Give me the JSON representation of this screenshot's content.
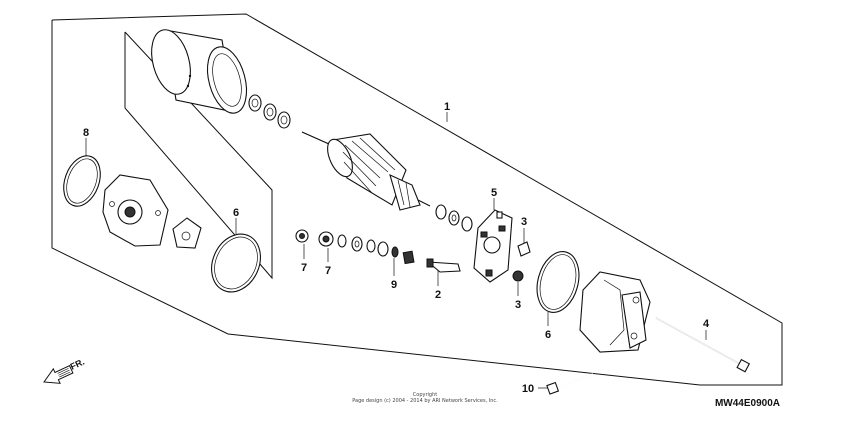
{
  "callouts": [
    {
      "id": "1",
      "text": "1"
    },
    {
      "id": "2",
      "text": "2"
    },
    {
      "id": "3a",
      "text": "3"
    },
    {
      "id": "3b",
      "text": "3"
    },
    {
      "id": "4",
      "text": "4"
    },
    {
      "id": "5",
      "text": "5"
    },
    {
      "id": "6a",
      "text": "6"
    },
    {
      "id": "6b",
      "text": "6"
    },
    {
      "id": "7a",
      "text": "7"
    },
    {
      "id": "7b",
      "text": "7"
    },
    {
      "id": "8",
      "text": "8"
    },
    {
      "id": "9",
      "text": "9"
    },
    {
      "id": "10",
      "text": "10"
    }
  ],
  "direction_label": "FR.",
  "copyright": {
    "line1": "Copyright",
    "line2": "Page design (c) 2004 - 2014 by ARI Network Services, Inc."
  },
  "diagram_code": "MW44E0900A"
}
